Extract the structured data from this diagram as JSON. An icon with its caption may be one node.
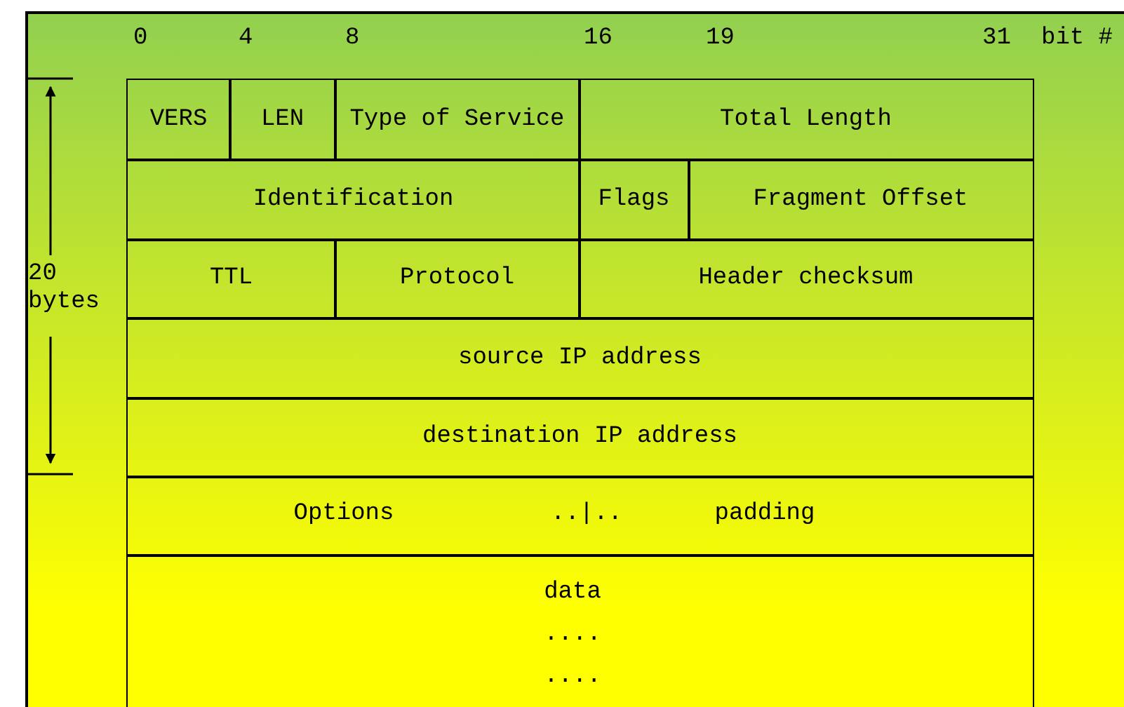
{
  "diagram": {
    "labels": [
      "0",
      "4",
      "8",
      "16",
      "19",
      "31",
      "bit #",
      "20 bytes",
      "VERS",
      "LEN",
      "Type of Service",
      "Total Length",
      "Identification",
      "Flags",
      "Fragment Offset",
      "TTL",
      "Protocol",
      "Header checksum",
      "source IP address",
      "destination IP address",
      "Options",
      "..|..",
      "padding",
      "data",
      "....",
      "...."
    ]
  }
}
